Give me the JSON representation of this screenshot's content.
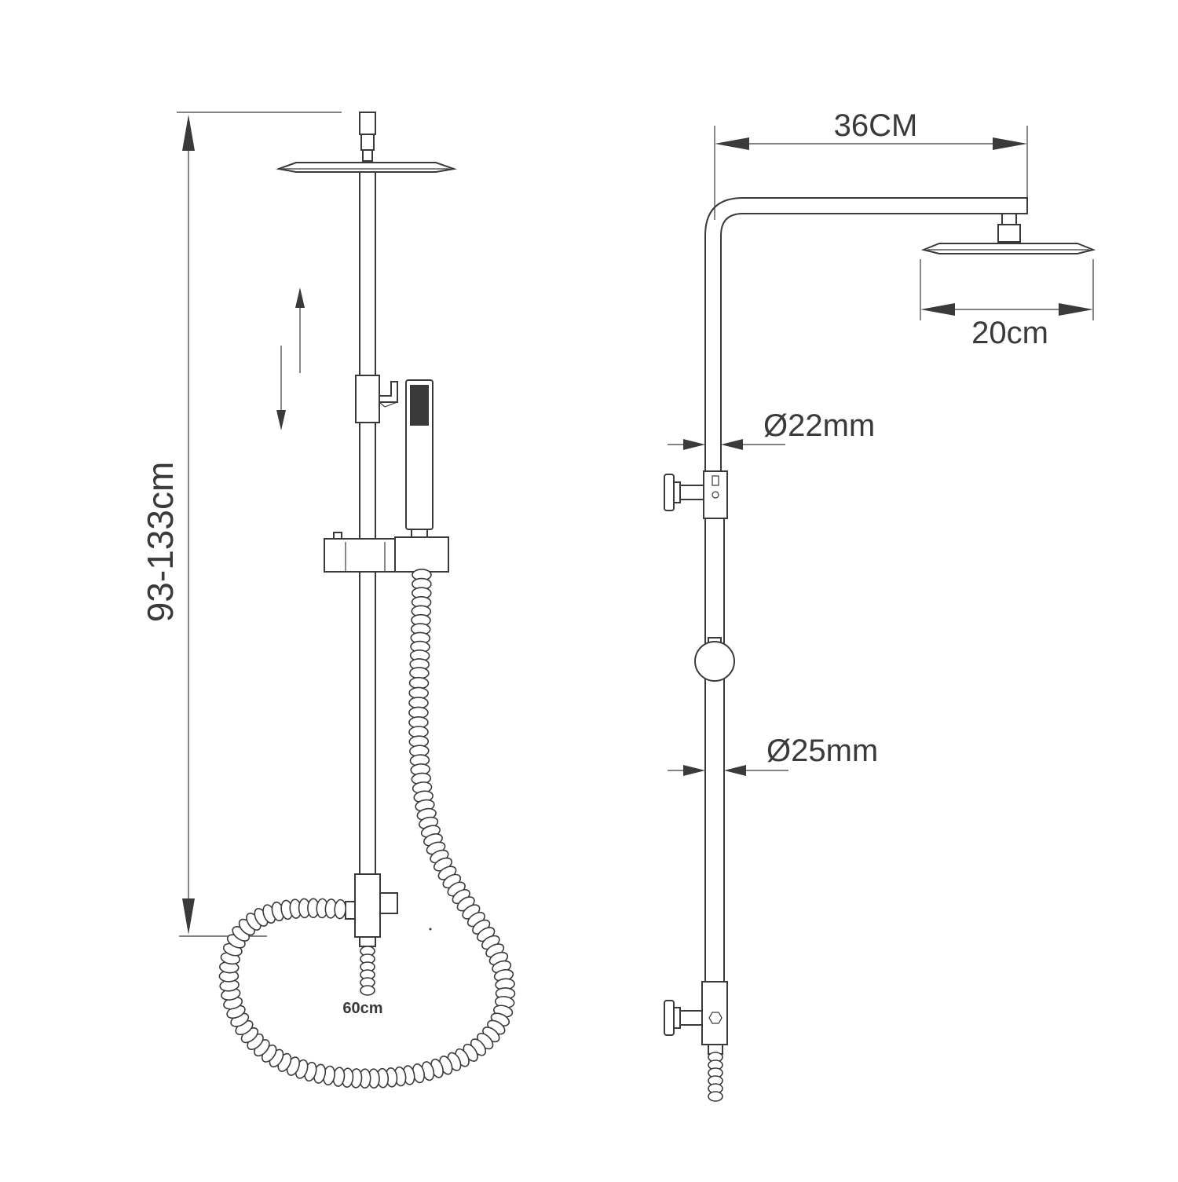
{
  "dimensions": {
    "height_range": "93-133cm",
    "hose_length": "60cm",
    "arm_length": "36CM",
    "head_width": "20cm",
    "upper_pipe_diameter": "Ø22mm",
    "lower_pipe_diameter": "Ø25mm"
  },
  "colors": {
    "line": "#3a3a3a",
    "background": "#ffffff"
  }
}
